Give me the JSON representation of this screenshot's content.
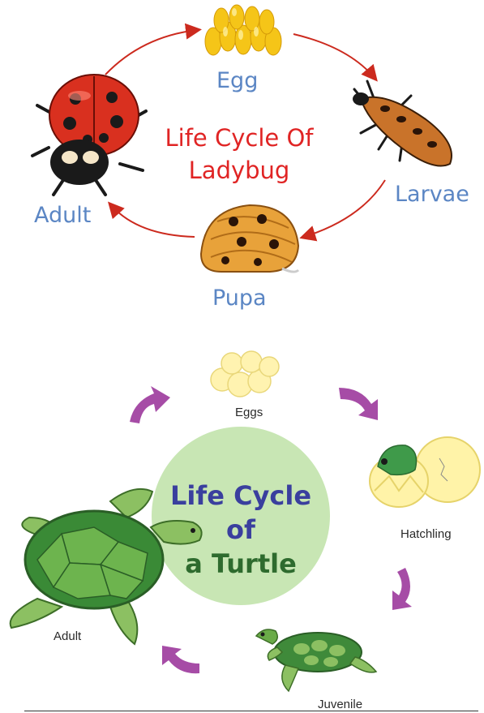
{
  "ladybug": {
    "title_line1": "Life Cycle Of",
    "title_line2": "Ladybug",
    "stages": {
      "egg": "Egg",
      "larvae": "Larvae",
      "pupa": "Pupa",
      "adult": "Adult"
    }
  },
  "turtle": {
    "title_line1": "Life Cycle",
    "title_line2": "of",
    "title_line3": "a Turtle",
    "stages": {
      "eggs": "Eggs",
      "hatchling": "Hatchling",
      "juvenile": "Juvenile",
      "adult": "Adult"
    }
  },
  "colors": {
    "ladybug_title": "#e02424",
    "ladybug_labels": "#5b86c4",
    "cycle_arrow_red": "#cc2a1e",
    "turtle_arrow_purple": "#a64ca6",
    "turtle_circle": "#c8e6b4",
    "turtle_title_blue": "#3a3f9e",
    "turtle_title_green": "#2e6b2e"
  }
}
